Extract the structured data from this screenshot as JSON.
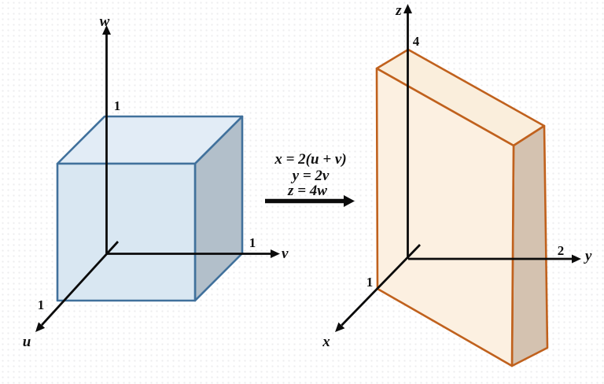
{
  "left_figure": {
    "description": "unit cube in uvw-space",
    "w_label": "w",
    "w_tick": "1",
    "v_label": "v",
    "v_tick": "1",
    "u_label": "u",
    "u_tick": "1",
    "colors": {
      "outline": "#41719c",
      "front_face": "#d9e7f2",
      "top_face": "#e2ecf6",
      "side_face": "#b2bfca"
    }
  },
  "transform": {
    "equation_x": "x = 2(u + v)",
    "equation_y": "y = 2v",
    "equation_z": "z = 4w"
  },
  "right_figure": {
    "description": "transformed parallelepiped in xyz-space",
    "z_label": "z",
    "z_tick": "4",
    "y_label": "y",
    "y_tick": "2",
    "x_label": "x",
    "x_tick": "1",
    "colors": {
      "outline": "#c0611d",
      "front_face": "#fcf0e1",
      "top_face": "#faeedc",
      "side_face": "#d4c2b0"
    }
  }
}
